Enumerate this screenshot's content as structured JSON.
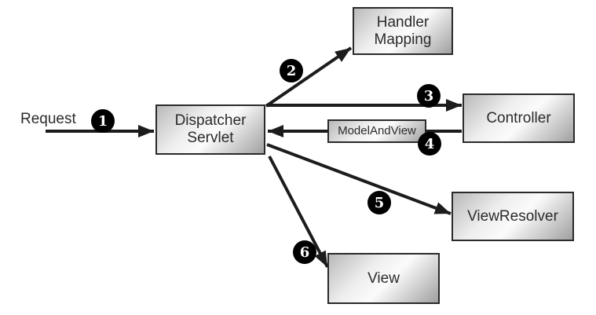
{
  "diagram": {
    "request_label": "Request",
    "nodes": {
      "dispatcher_servlet": {
        "line1": "Dispatcher",
        "line2": "Servlet"
      },
      "handler_mapping": {
        "line1": "Handler",
        "line2": "Mapping"
      },
      "controller": {
        "label": "Controller"
      },
      "model_and_view": {
        "label": "ModelAndView"
      },
      "view_resolver": {
        "label": "ViewResolver"
      },
      "view": {
        "label": "View"
      }
    },
    "edges": [
      {
        "step": "1",
        "from": "Request",
        "to": "Dispatcher Servlet"
      },
      {
        "step": "2",
        "from": "Dispatcher Servlet",
        "to": "Handler Mapping"
      },
      {
        "step": "3",
        "from": "Dispatcher Servlet",
        "to": "Controller"
      },
      {
        "step": "4",
        "from": "Controller",
        "to": "Dispatcher Servlet",
        "via": "ModelAndView"
      },
      {
        "step": "5",
        "from": "Dispatcher Servlet",
        "to": "ViewResolver"
      },
      {
        "step": "6",
        "from": "Dispatcher Servlet",
        "to": "View"
      }
    ],
    "colors": {
      "arrow": "#1c1c1c",
      "box_border": "#2a2a2a",
      "box_gradient_top_left": "#b9b9b9",
      "box_gradient_center": "#fbfbfb",
      "box_gradient_bottom_right": "#a0a0a0",
      "badge_background": "#000000",
      "badge_text": "#ffffff",
      "label_text": "#2b2b2b",
      "background": "#ffffff"
    }
  }
}
